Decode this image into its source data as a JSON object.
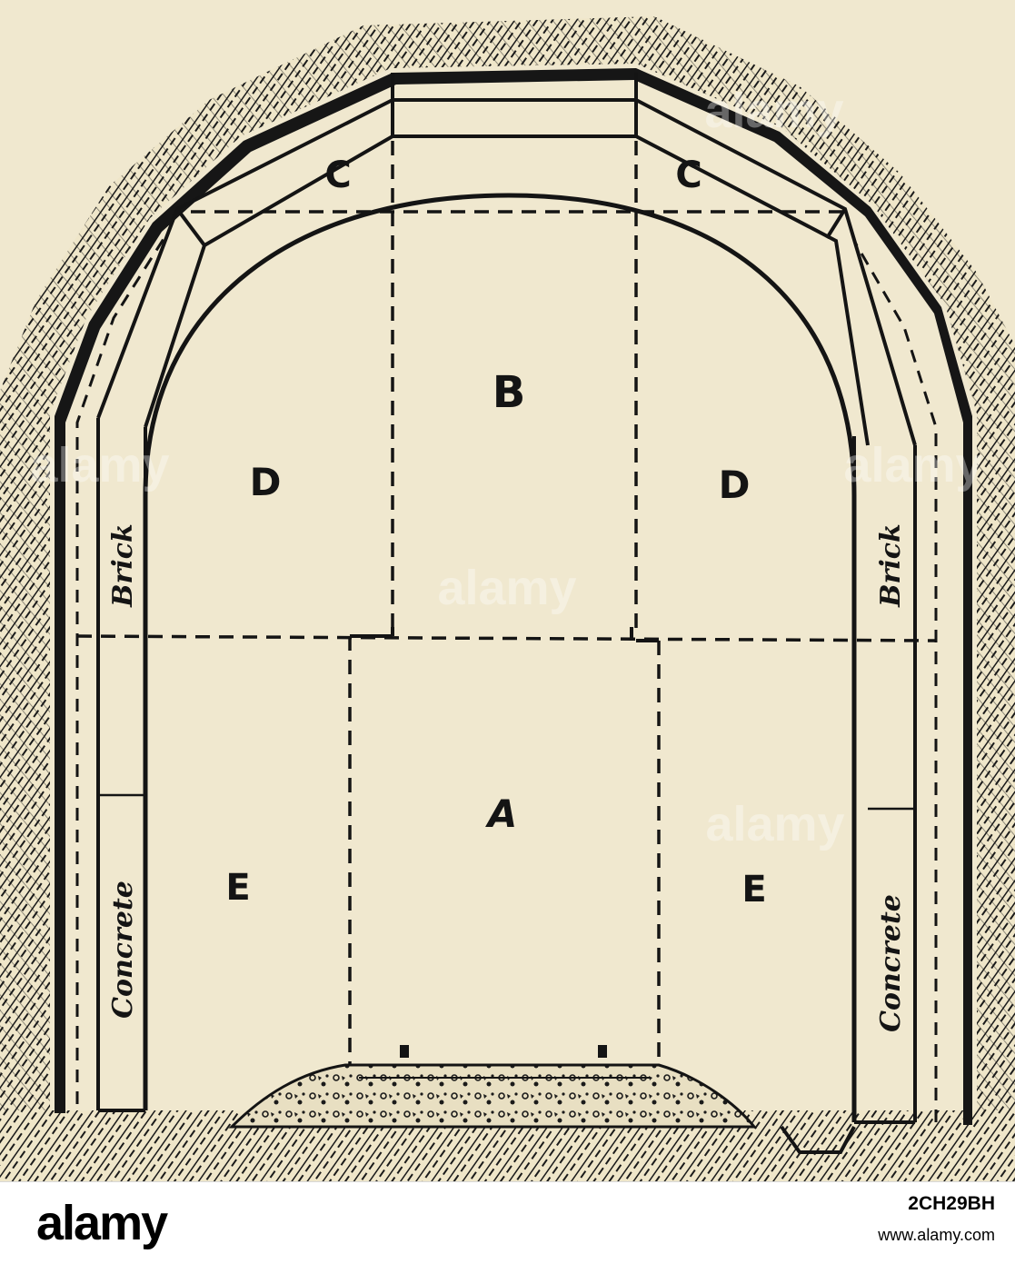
{
  "diagram": {
    "labels": {
      "A": "A",
      "B": "B",
      "C_left": "C",
      "C_right": "C",
      "D_left": "D",
      "D_right": "D",
      "E_left": "E",
      "E_right": "E"
    },
    "material_labels": {
      "brick_left": "Brick",
      "brick_right": "Brick",
      "concrete_left": "Concrete",
      "concrete_right": "Concrete"
    },
    "colors": {
      "paper": "#f0e8cf",
      "ink": "#141414"
    }
  },
  "watermark": {
    "text": "alamy"
  },
  "footer": {
    "logo": "alamy",
    "image_id": "2CH29BH",
    "url": "www.alamy.com"
  }
}
